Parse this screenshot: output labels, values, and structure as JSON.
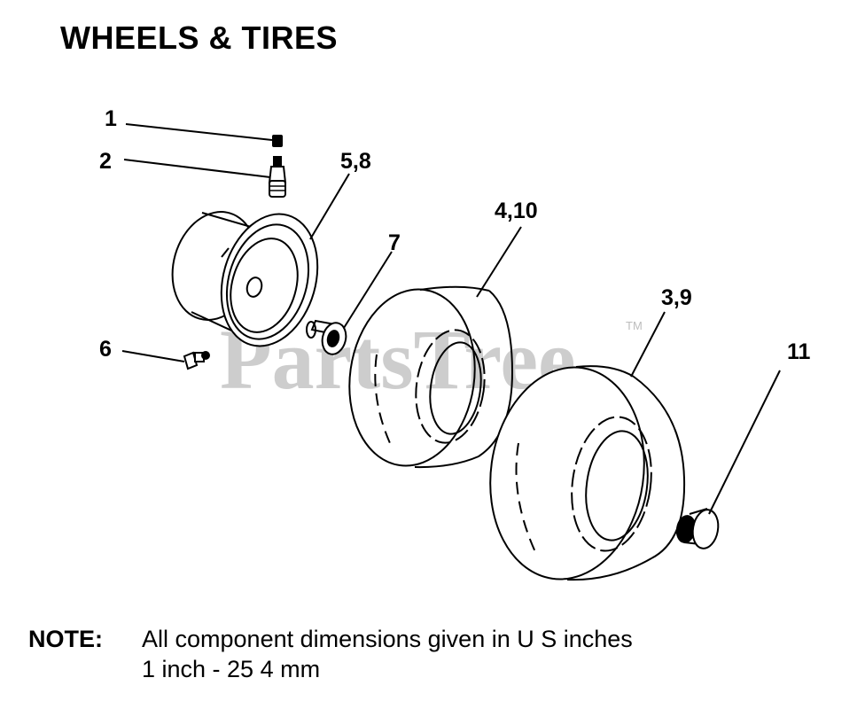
{
  "title": "WHEELS & TIRES",
  "callouts": {
    "c1": "1",
    "c2": "2",
    "c58": "5,8",
    "c7": "7",
    "c410": "4,10",
    "c39": "3,9",
    "c6": "6",
    "c11": "11"
  },
  "watermark": {
    "text": "PartsTree",
    "tm": "TM"
  },
  "note": {
    "label": "NOTE:",
    "line1": "All component dimensions given in U S  inches",
    "line2": "1 inch - 25 4 mm"
  }
}
